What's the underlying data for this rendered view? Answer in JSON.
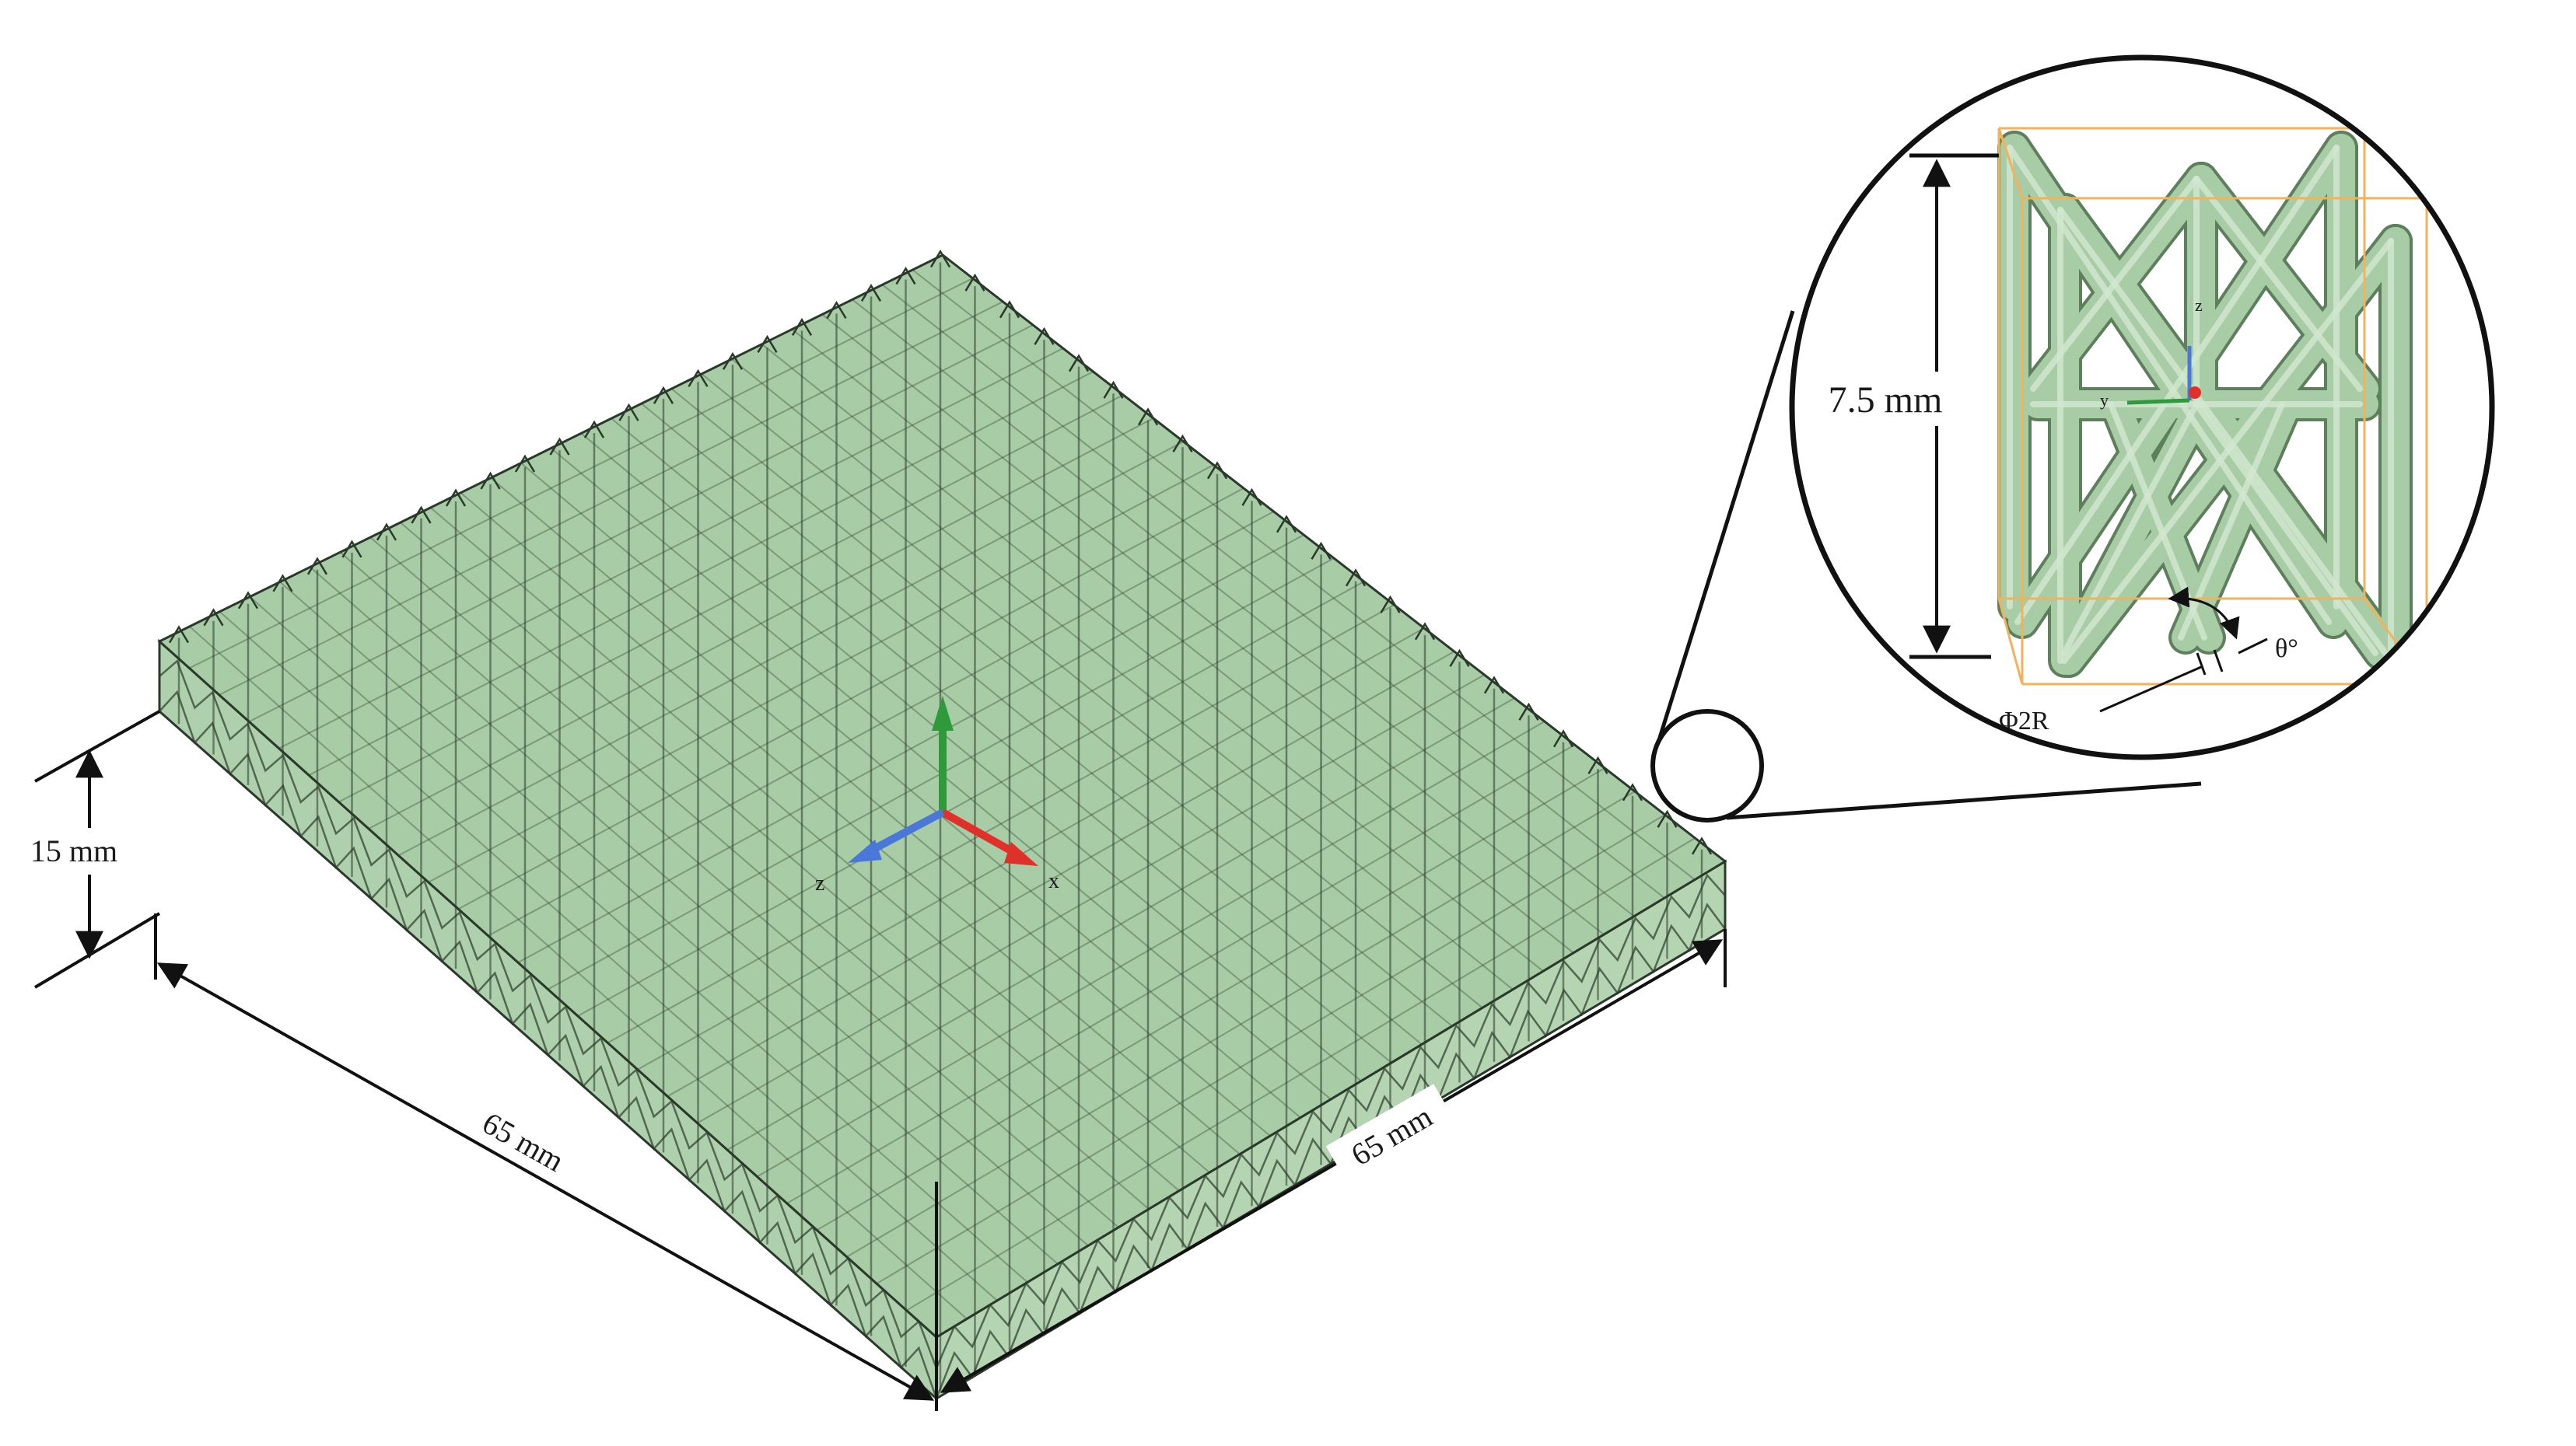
{
  "dimensions": {
    "height_label": "15 mm",
    "length_left_label": "65 mm",
    "length_right_label": "65 mm",
    "cell_height_label": "7.5 mm",
    "strut_diameter_label": "Φ2R",
    "strut_angle_label": "θ°"
  },
  "axes": {
    "x_label": "x",
    "y_label": "y",
    "z_label": "z"
  },
  "colors": {
    "lattice_fill": "#a8cca5",
    "lattice_stroke": "#2a3a2a",
    "unit_cell_box": "#f2b25c",
    "axis_x": "#e0302a",
    "axis_y": "#2e9a3c",
    "axis_z": "#4a78d8"
  }
}
